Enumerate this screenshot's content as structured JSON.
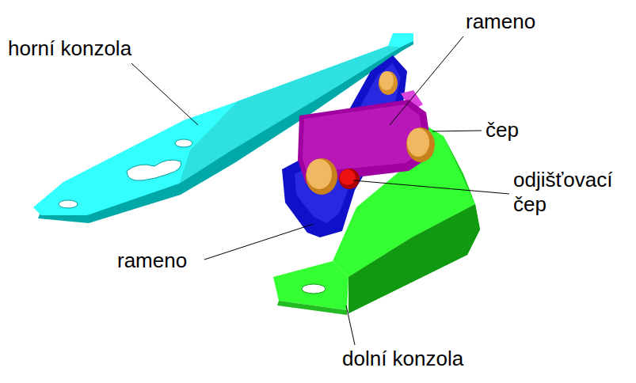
{
  "diagram": {
    "labels": [
      "horní konzola",
      "rameno",
      "čep",
      "odjišťovací čep",
      "rameno",
      "dolní konzola"
    ]
  }
}
